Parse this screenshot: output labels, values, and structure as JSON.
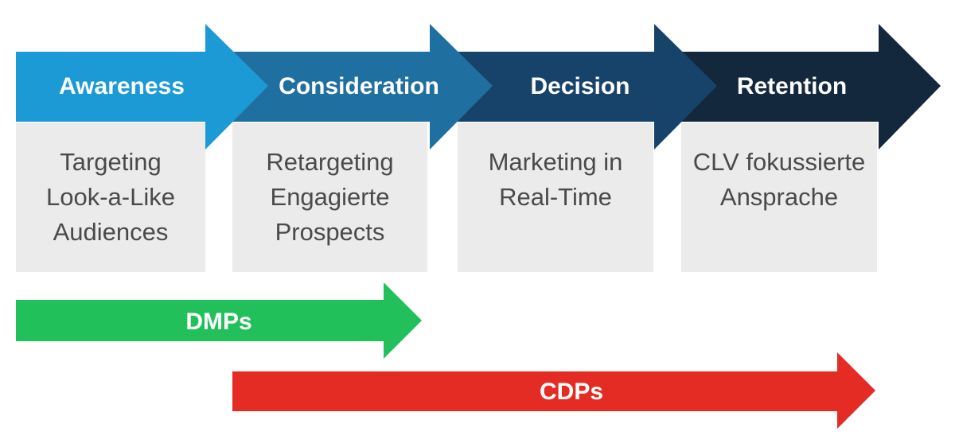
{
  "stages": [
    {
      "label": "Awareness",
      "color": "#1c9ad6",
      "lines": [
        "Targeting",
        "Look-a-Like",
        "Audiences"
      ]
    },
    {
      "label": "Consideration",
      "color": "#1f6fa0",
      "lines": [
        "Retargeting",
        "Engagierte",
        "Prospects"
      ]
    },
    {
      "label": "Decision",
      "color": "#17436b",
      "lines": [
        "Marketing in",
        "Real-Time"
      ]
    },
    {
      "label": "Retention",
      "color": "#13273d",
      "lines": [
        "CLV fokussierte",
        "Ansprache"
      ]
    }
  ],
  "bars": [
    {
      "label": "DMPs",
      "color": "#22c05b"
    },
    {
      "label": "CDPs",
      "color": "#e42b24"
    }
  ],
  "colors": {
    "card_background": "#ebebeb",
    "card_text": "#4a4a4a"
  }
}
